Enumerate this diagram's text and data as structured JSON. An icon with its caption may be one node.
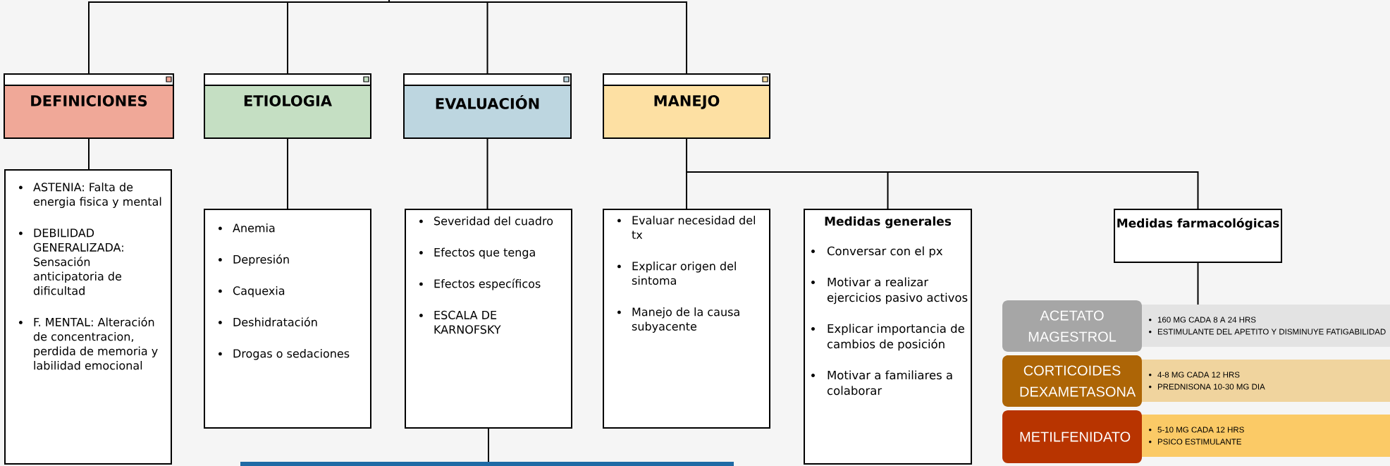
{
  "diagram": {
    "nodes": [
      {
        "text": [
          "DEFINICIONES"
        ]
      },
      {
        "text": [
          "ETIOLOGIA"
        ]
      },
      {
        "text": [
          "EVALUACIÓN"
        ]
      },
      {
        "text": [
          "MANEJO"
        ]
      },
      {
        "text": [
          "ASTENIA: Falta de energia fisica y mental",
          "DEBILIDAD GENERALIZADA: Sensación anticipatoria de dificultad",
          "F. MENTAL: Alteración de concentracion, perdida de memoria y labilidad emocional"
        ]
      },
      {
        "text": [
          "Anemia",
          "Depresión",
          "Caquexia",
          "Deshidratación",
          "Drogas o sedaciones"
        ]
      },
      {
        "text": [
          "Severidad del cuadro",
          "Efectos que tenga",
          "Efectos específicos",
          "ESCALA DE KARNOFSKY"
        ]
      },
      {
        "text": [
          "Evaluar necesidad del tx",
          "Explicar origen del sintoma",
          "Manejo de la causa subyacente"
        ]
      },
      {
        "text": [
          "Medidas generales",
          "Conversar con el px",
          "Motivar a realizar ejercicios pasivo activos",
          "Explicar importancia de cambios de posición",
          "Motivar a familiares a colaborar"
        ]
      },
      {
        "text": [
          "Medidas farmacológicas"
        ]
      },
      {
        "text": [
          "ACETATO MAGESTROL"
        ]
      },
      {
        "text": [
          "160 MG CADA 8 A 24 HRS",
          "ESTIMULANTE DEL APETITO Y DISMINUYE FATIGABILIDAD"
        ]
      },
      {
        "text": [
          "CORTICOIDES DEXAMETASONA"
        ]
      },
      {
        "text": [
          "4-8 MG CADA 12 HRS",
          "PREDNISONA 10-30 MG DIA"
        ]
      },
      {
        "text": [
          "METILFENIDATO"
        ]
      },
      {
        "text": [
          "5-10 MG CADA 12 HRS",
          "PSICO ESTIMULANTE"
        ]
      },
      {
        "text": [],
        "shape": "bar"
      }
    ],
    "edges": [
      {
        "from": null,
        "to": 0,
        "arrow": "none"
      },
      {
        "from": null,
        "to": 1,
        "arrow": "none"
      },
      {
        "from": null,
        "to": 2,
        "arrow": "none"
      },
      {
        "from": null,
        "to": 3,
        "arrow": "none"
      },
      {
        "from": 0,
        "to": 4,
        "arrow": "none"
      },
      {
        "from": 1,
        "to": 5,
        "arrow": "none"
      },
      {
        "from": 2,
        "to": 6,
        "arrow": "none"
      },
      {
        "from": 3,
        "to": 7,
        "arrow": "none"
      },
      {
        "from": 3,
        "to": 8,
        "arrow": "none"
      },
      {
        "from": 3,
        "to": 9,
        "arrow": "none"
      },
      {
        "from": 9,
        "to": 11,
        "arrow": "none"
      },
      {
        "from": 6,
        "to": 16,
        "arrow": "none"
      }
    ]
  }
}
